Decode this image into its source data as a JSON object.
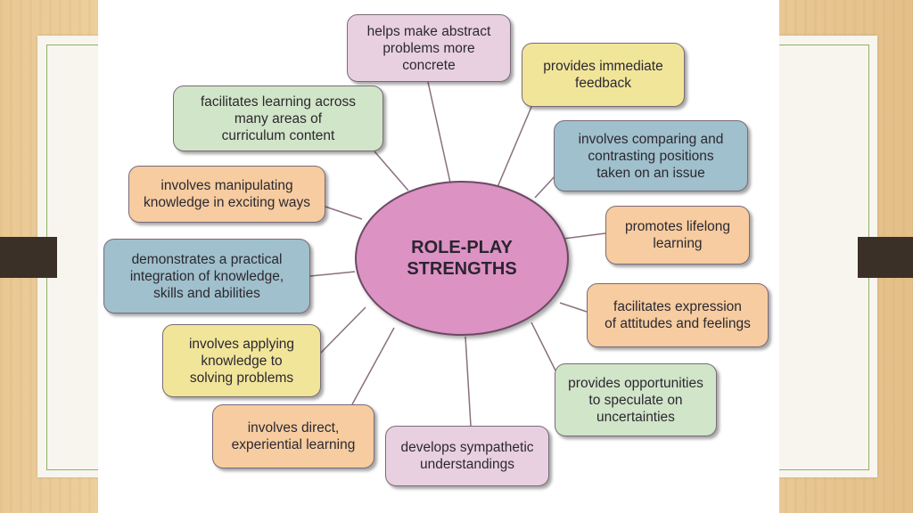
{
  "colors": {
    "pink": "#e8d0e0",
    "yellow": "#f1e59a",
    "blue": "#9fc0cc",
    "orange": "#f6cca0",
    "green": "#d1e5c8",
    "center": "#dc92c3"
  },
  "center_label": "ROLE-PLAY\nSTRENGTHS",
  "nodes": [
    {
      "text": "helps make abstract\nproblems more\nconcrete",
      "color": "pink"
    },
    {
      "text": "provides immediate\nfeedback",
      "color": "yellow"
    },
    {
      "text": "involves comparing and\ncontrasting positions\ntaken on an issue",
      "color": "blue"
    },
    {
      "text": "promotes lifelong\nlearning",
      "color": "orange"
    },
    {
      "text": "facilitates expression\nof attitudes and feelings",
      "color": "orange"
    },
    {
      "text": "provides opportunities\nto speculate on\nuncertainties",
      "color": "green"
    },
    {
      "text": "develops sympathetic\nunderstandings",
      "color": "pink"
    },
    {
      "text": "involves direct,\nexperiential learning",
      "color": "orange"
    },
    {
      "text": "involves applying\nknowledge to\nsolving problems",
      "color": "yellow"
    },
    {
      "text": "demonstrates a practical\nintegration of knowledge,\nskills and abilities",
      "color": "blue"
    },
    {
      "text": "involves manipulating\nknowledge in exciting ways",
      "color": "orange"
    },
    {
      "text": "facilitates learning across\nmany areas of\ncurriculum content",
      "color": "green"
    }
  ]
}
